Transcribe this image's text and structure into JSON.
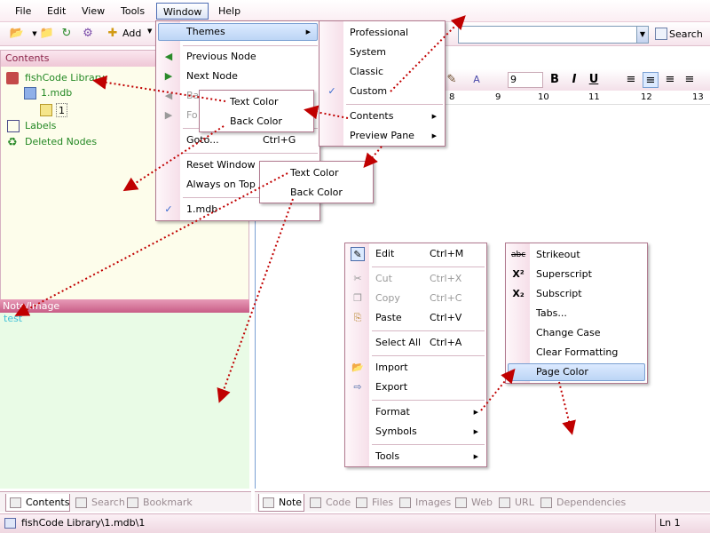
{
  "menubar": [
    "File",
    "Edit",
    "View",
    "Tools",
    "Window",
    "Help"
  ],
  "toolbar": {
    "add_label": "Add",
    "search_label": "Search",
    "search_value": ""
  },
  "contents_pane": {
    "title": "Contents",
    "tree": [
      {
        "label": "fishCode Library",
        "icon": "library-icon"
      },
      {
        "label": "1.mdb",
        "icon": "database-icon"
      },
      {
        "label": "1",
        "icon": "node-icon"
      },
      {
        "label": "Labels",
        "icon": "labels-icon"
      },
      {
        "label": "Deleted Nodes",
        "icon": "recycle-icon"
      }
    ]
  },
  "note_pane": {
    "title": "Note/Image",
    "text": "test"
  },
  "left_tabs": [
    "Contents",
    "Search",
    "Bookmark"
  ],
  "right_tabs": [
    "Note",
    "Code",
    "Files",
    "Images",
    "Web",
    "URL",
    "Dependencies"
  ],
  "status": {
    "path": "fishCode Library\\1.mdb\\1",
    "line": "Ln 1"
  },
  "format_toolbar": {
    "font_size": "9"
  },
  "ruler": [
    "8",
    "9",
    "10",
    "11",
    "12",
    "13"
  ],
  "window_menu": {
    "items": [
      {
        "label": "Themes",
        "submenu": true,
        "highlight": true
      },
      {
        "label": "Previous Node",
        "icon": "previous-icon"
      },
      {
        "label": "Next Node",
        "icon": "next-icon"
      },
      {
        "label": "Ba",
        "disabled": true,
        "icon": "back-icon"
      },
      {
        "label": "Fo",
        "disabled": true,
        "icon": "forward-icon"
      },
      {
        "label": "Goto...",
        "shortcut": "Ctrl+G"
      },
      {
        "label": "Reset Window La"
      },
      {
        "label": "Always on Top"
      },
      {
        "label": "1.mdb",
        "checked": true
      }
    ]
  },
  "themes_menu": {
    "items": [
      "Professional",
      "System",
      "Classic",
      "Custom",
      "Contents",
      "Preview Pane"
    ],
    "checked": "Custom"
  },
  "color_menu_1": [
    "Text Color",
    "Back Color"
  ],
  "color_menu_2": [
    "Text Color",
    "Back Color"
  ],
  "context_menu": {
    "items": [
      {
        "label": "Edit",
        "shortcut": "Ctrl+M",
        "icon": "edit-icon"
      },
      {
        "label": "Cut",
        "shortcut": "Ctrl+X",
        "disabled": true,
        "icon": "cut-icon"
      },
      {
        "label": "Copy",
        "shortcut": "Ctrl+C",
        "disabled": true,
        "icon": "copy-icon"
      },
      {
        "label": "Paste",
        "shortcut": "Ctrl+V",
        "icon": "paste-icon"
      },
      {
        "label": "Select All",
        "shortcut": "Ctrl+A"
      },
      {
        "label": "Import",
        "icon": "import-icon"
      },
      {
        "label": "Export",
        "icon": "export-icon"
      },
      {
        "label": "Format",
        "submenu": true
      },
      {
        "label": "Symbols",
        "submenu": true
      },
      {
        "label": "Tools",
        "submenu": true
      }
    ]
  },
  "format_menu": {
    "items": [
      "Strikeout",
      "Superscript",
      "Subscript",
      "Tabs...",
      "Change Case",
      "Clear Formatting",
      "Page Color"
    ],
    "highlight": "Page Color"
  },
  "colors": {
    "accent": "#c85d86",
    "tree_text": "#238823",
    "note_bg": "#e9fbe6",
    "contents_bg": "#fdfdeb",
    "arrow": "#c00000"
  }
}
